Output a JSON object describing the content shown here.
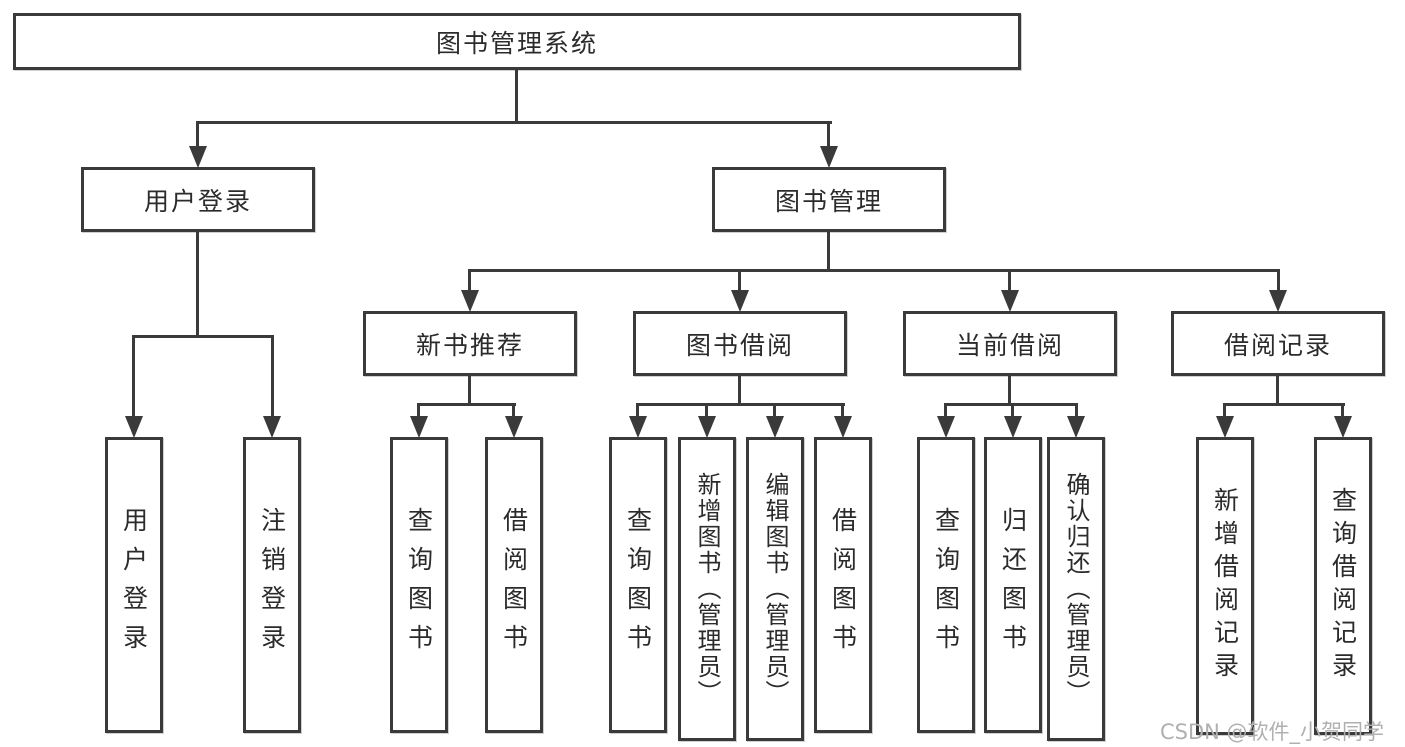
{
  "tree": {
    "root": "图书管理系统",
    "children": [
      {
        "label": "用户登录",
        "children": [
          "用户登录",
          "注销登录"
        ]
      },
      {
        "label": "图书管理",
        "children": [
          {
            "label": "新书推荐",
            "children": [
              "查询图书",
              "借阅图书"
            ]
          },
          {
            "label": "图书借阅",
            "children": [
              "查询图书",
              "新增图书（管理员）",
              "编辑图书（管理员）",
              "借阅图书"
            ]
          },
          {
            "label": "当前借阅",
            "children": [
              "查询图书",
              "归还图书",
              "确认归还（管理员）"
            ]
          },
          {
            "label": "借阅记录",
            "children": [
              "新增借阅记录",
              "查询借阅记录"
            ]
          }
        ]
      }
    ]
  },
  "watermark": {
    "text": "CSDN @软件_小贺同学"
  },
  "colors": {
    "line": "#3a3a3a",
    "box_border": "#3a3a3a",
    "text": "#2b2b2b",
    "watermark": "#b0b0b0",
    "background": "#ffffff"
  }
}
